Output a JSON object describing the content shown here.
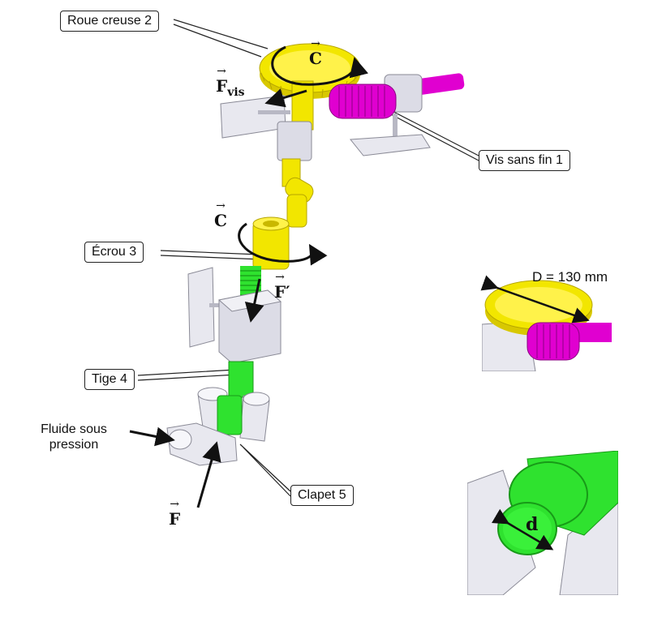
{
  "labels": {
    "roue": "Roue creuse 2",
    "vis": "Vis sans fin 1",
    "ecrou": "Écrou 3",
    "tige": "Tige 4",
    "clapet": "Clapet 5",
    "fluide_line1": "Fluide sous",
    "fluide_line2": "pression"
  },
  "vectors": {
    "c_top": "C",
    "c_mid": "C",
    "f_vis": "F",
    "f_vis_sub": "vis",
    "f_prime": "F′",
    "f": "F"
  },
  "detail": {
    "diameter_label": "D = 130 mm",
    "small_d": "d"
  },
  "colors": {
    "yellow": "#f2e600",
    "yellow_dark": "#c9b800",
    "magenta": "#e000d0",
    "green": "#2fe22f",
    "gray": "#e3e3ea",
    "gray_dark": "#a8a8b4"
  }
}
